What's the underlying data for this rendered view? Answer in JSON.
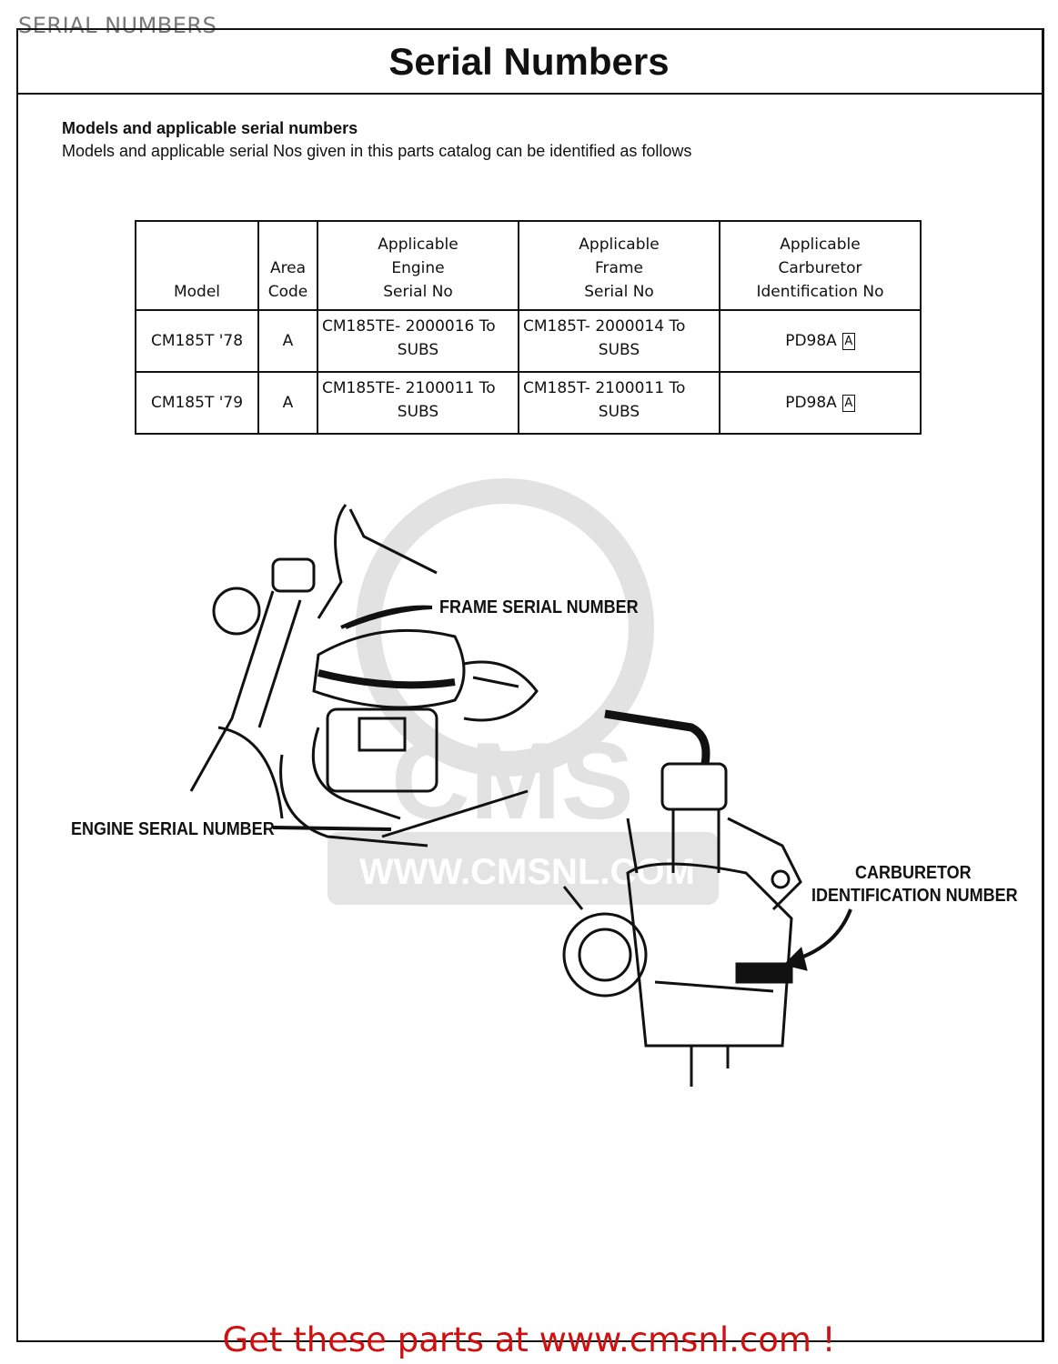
{
  "sheet_label": "SERIAL NUMBERS",
  "title": "Serial Numbers",
  "subheading": "Models and applicable serial numbers",
  "intro": "Models and applicable serial Nos  given in this parts catalog can be identified as follows",
  "table": {
    "headers": [
      "Model",
      "Area Code",
      "Applicable Engine Serial No",
      "Applicable Frame Serial No",
      "Applicable Carburetor Identification No"
    ],
    "header_lines": [
      [
        "Model"
      ],
      [
        "Area",
        "Code"
      ],
      [
        "Applicable",
        "Engine",
        "Serial  No"
      ],
      [
        "Applicable",
        "Frame",
        "Serial  No"
      ],
      [
        "Applicable",
        "Carburetor",
        "Identification  No"
      ]
    ],
    "rows": [
      {
        "model": "CM185T '78",
        "area": "A",
        "engine": "CM185TE- 2000016  To",
        "engine_2": "SUBS",
        "frame": "CM185T- 2000014  To",
        "frame_2": "SUBS",
        "carb": "PD98A",
        "carb_mark": "A"
      },
      {
        "model": "CM185T '79",
        "area": "A",
        "engine": "CM185TE- 2100011  To",
        "engine_2": "SUBS",
        "frame": "CM185T- 2100011  To",
        "frame_2": "SUBS",
        "carb": "PD98A",
        "carb_mark": "A"
      }
    ]
  },
  "callouts": {
    "frame": "FRAME SERIAL NUMBER",
    "engine": "ENGINE SERIAL NUMBER",
    "carb_1": "CARBURETOR",
    "carb_2": "IDENTIFICATION NUMBER"
  },
  "watermark": {
    "logo": "CMS",
    "url": "WWW.CMSNL.COM"
  },
  "footer": "Get these parts at www.cmsnl.com !",
  "colors": {
    "footer": "#d01010",
    "sheet_label": "#777777"
  }
}
